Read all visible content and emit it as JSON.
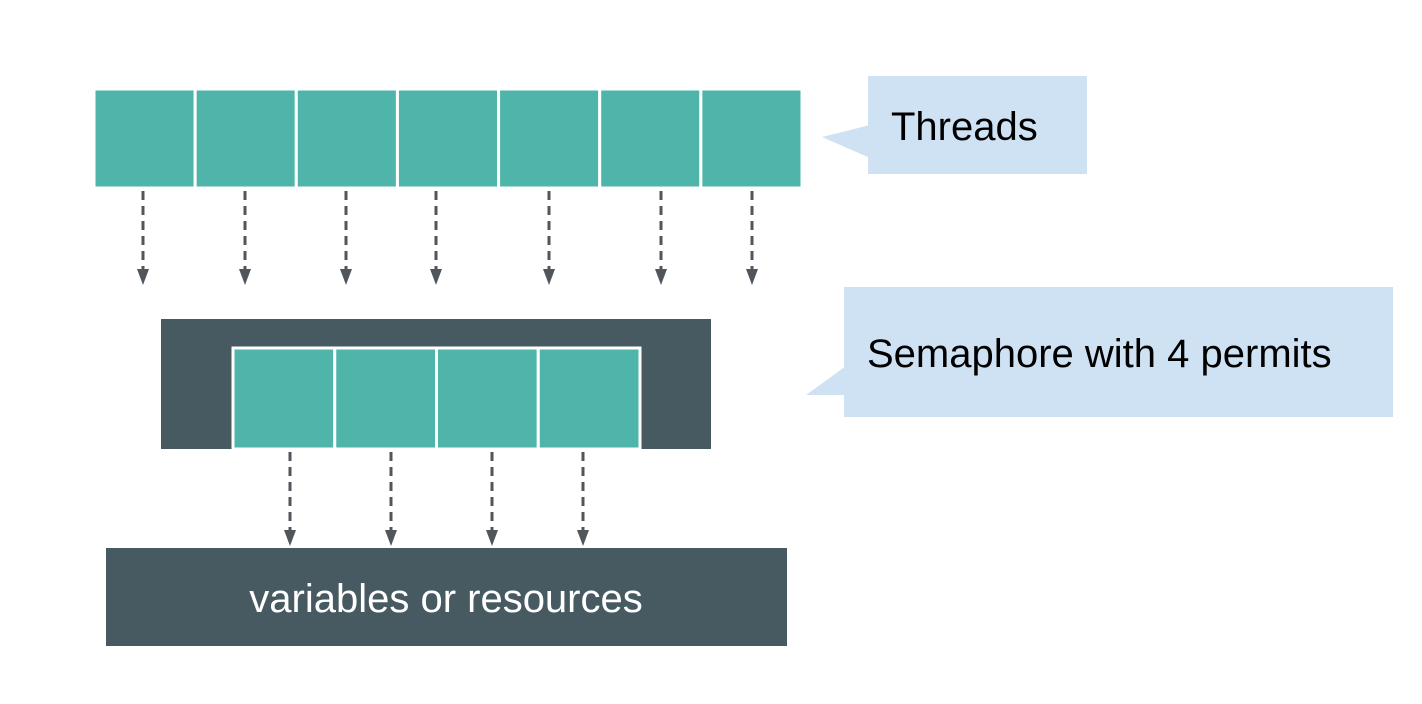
{
  "diagram": {
    "title": "Semaphore concept",
    "threads": {
      "count": 7,
      "callout_label": "Threads"
    },
    "semaphore": {
      "permits": 4,
      "callout_label": "Semaphore with 4 permits"
    },
    "resources": {
      "label": "variables or resources"
    },
    "colors": {
      "thread_cell": "#4FB5AA",
      "dark_box": "#475A62",
      "callout_bg": "#CFE2F3",
      "arrow": "#50565C",
      "background": "#FFFFFF"
    }
  }
}
